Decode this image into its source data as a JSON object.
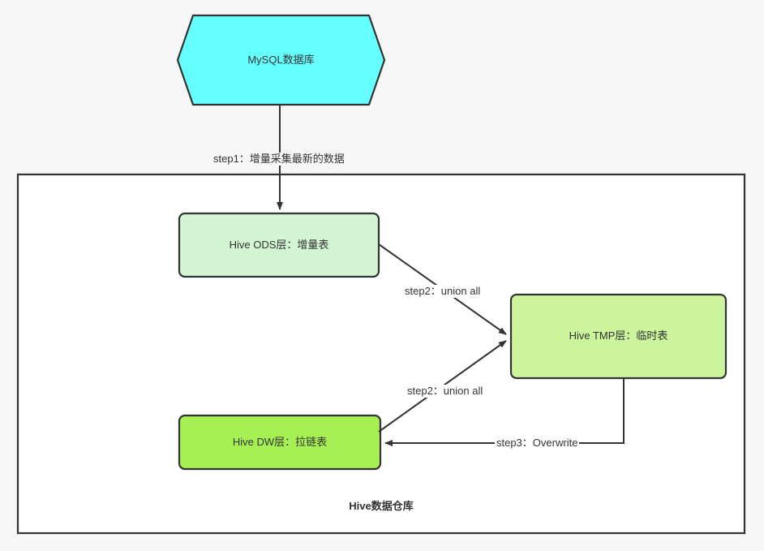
{
  "diagram": {
    "title": "Hive data warehouse incremental collection flow",
    "background_color": "#f7f7f7",
    "stroke_color": "#333333",
    "text_color": "#333333",
    "container": {
      "label": "Hive数据仓库",
      "fill": "#ffffff"
    },
    "nodes": [
      {
        "id": "mysql",
        "label": "MySQL数据库",
        "shape": "hexagon",
        "fill": "#66ffff"
      },
      {
        "id": "ods",
        "label": "Hive ODS层：增量表",
        "shape": "rounded-rect",
        "fill": "#d4f5d4"
      },
      {
        "id": "tmp",
        "label": "Hive TMP层：临时表",
        "shape": "rounded-rect",
        "fill": "#ccf49c"
      },
      {
        "id": "dw",
        "label": "Hive DW层：拉链表",
        "shape": "rounded-rect",
        "fill": "#a6f054"
      }
    ],
    "edges": [
      {
        "id": "e1",
        "from": "mysql",
        "to": "ods",
        "label": "step1：增量采集最新的数据"
      },
      {
        "id": "e2",
        "from": "ods",
        "to": "tmp",
        "label": "step2：union all"
      },
      {
        "id": "e3",
        "from": "dw",
        "to": "tmp",
        "label": "step2：union all"
      },
      {
        "id": "e4",
        "from": "tmp",
        "to": "dw",
        "label": "step3：Overwrite"
      }
    ]
  }
}
